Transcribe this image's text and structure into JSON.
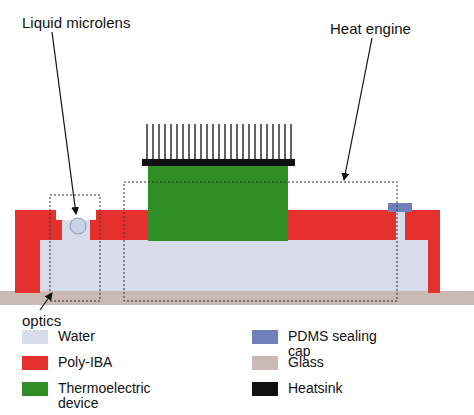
{
  "diagram": {
    "labels": [
      "Liquid microlens",
      "Heat engine",
      "optics"
    ],
    "legend": [
      {
        "text": "Water",
        "color": "#d6dcea"
      },
      {
        "text": "PDMS sealing cap",
        "color": "#6f80b8"
      },
      {
        "text": "Poly-IBA",
        "color": "#e5312d"
      },
      {
        "text": "Glass",
        "color": "#cbbab4"
      },
      {
        "text": "Thermoelectric device",
        "color": "#2f8e24"
      },
      {
        "text": "Heatsink",
        "color": "#111111"
      }
    ]
  }
}
